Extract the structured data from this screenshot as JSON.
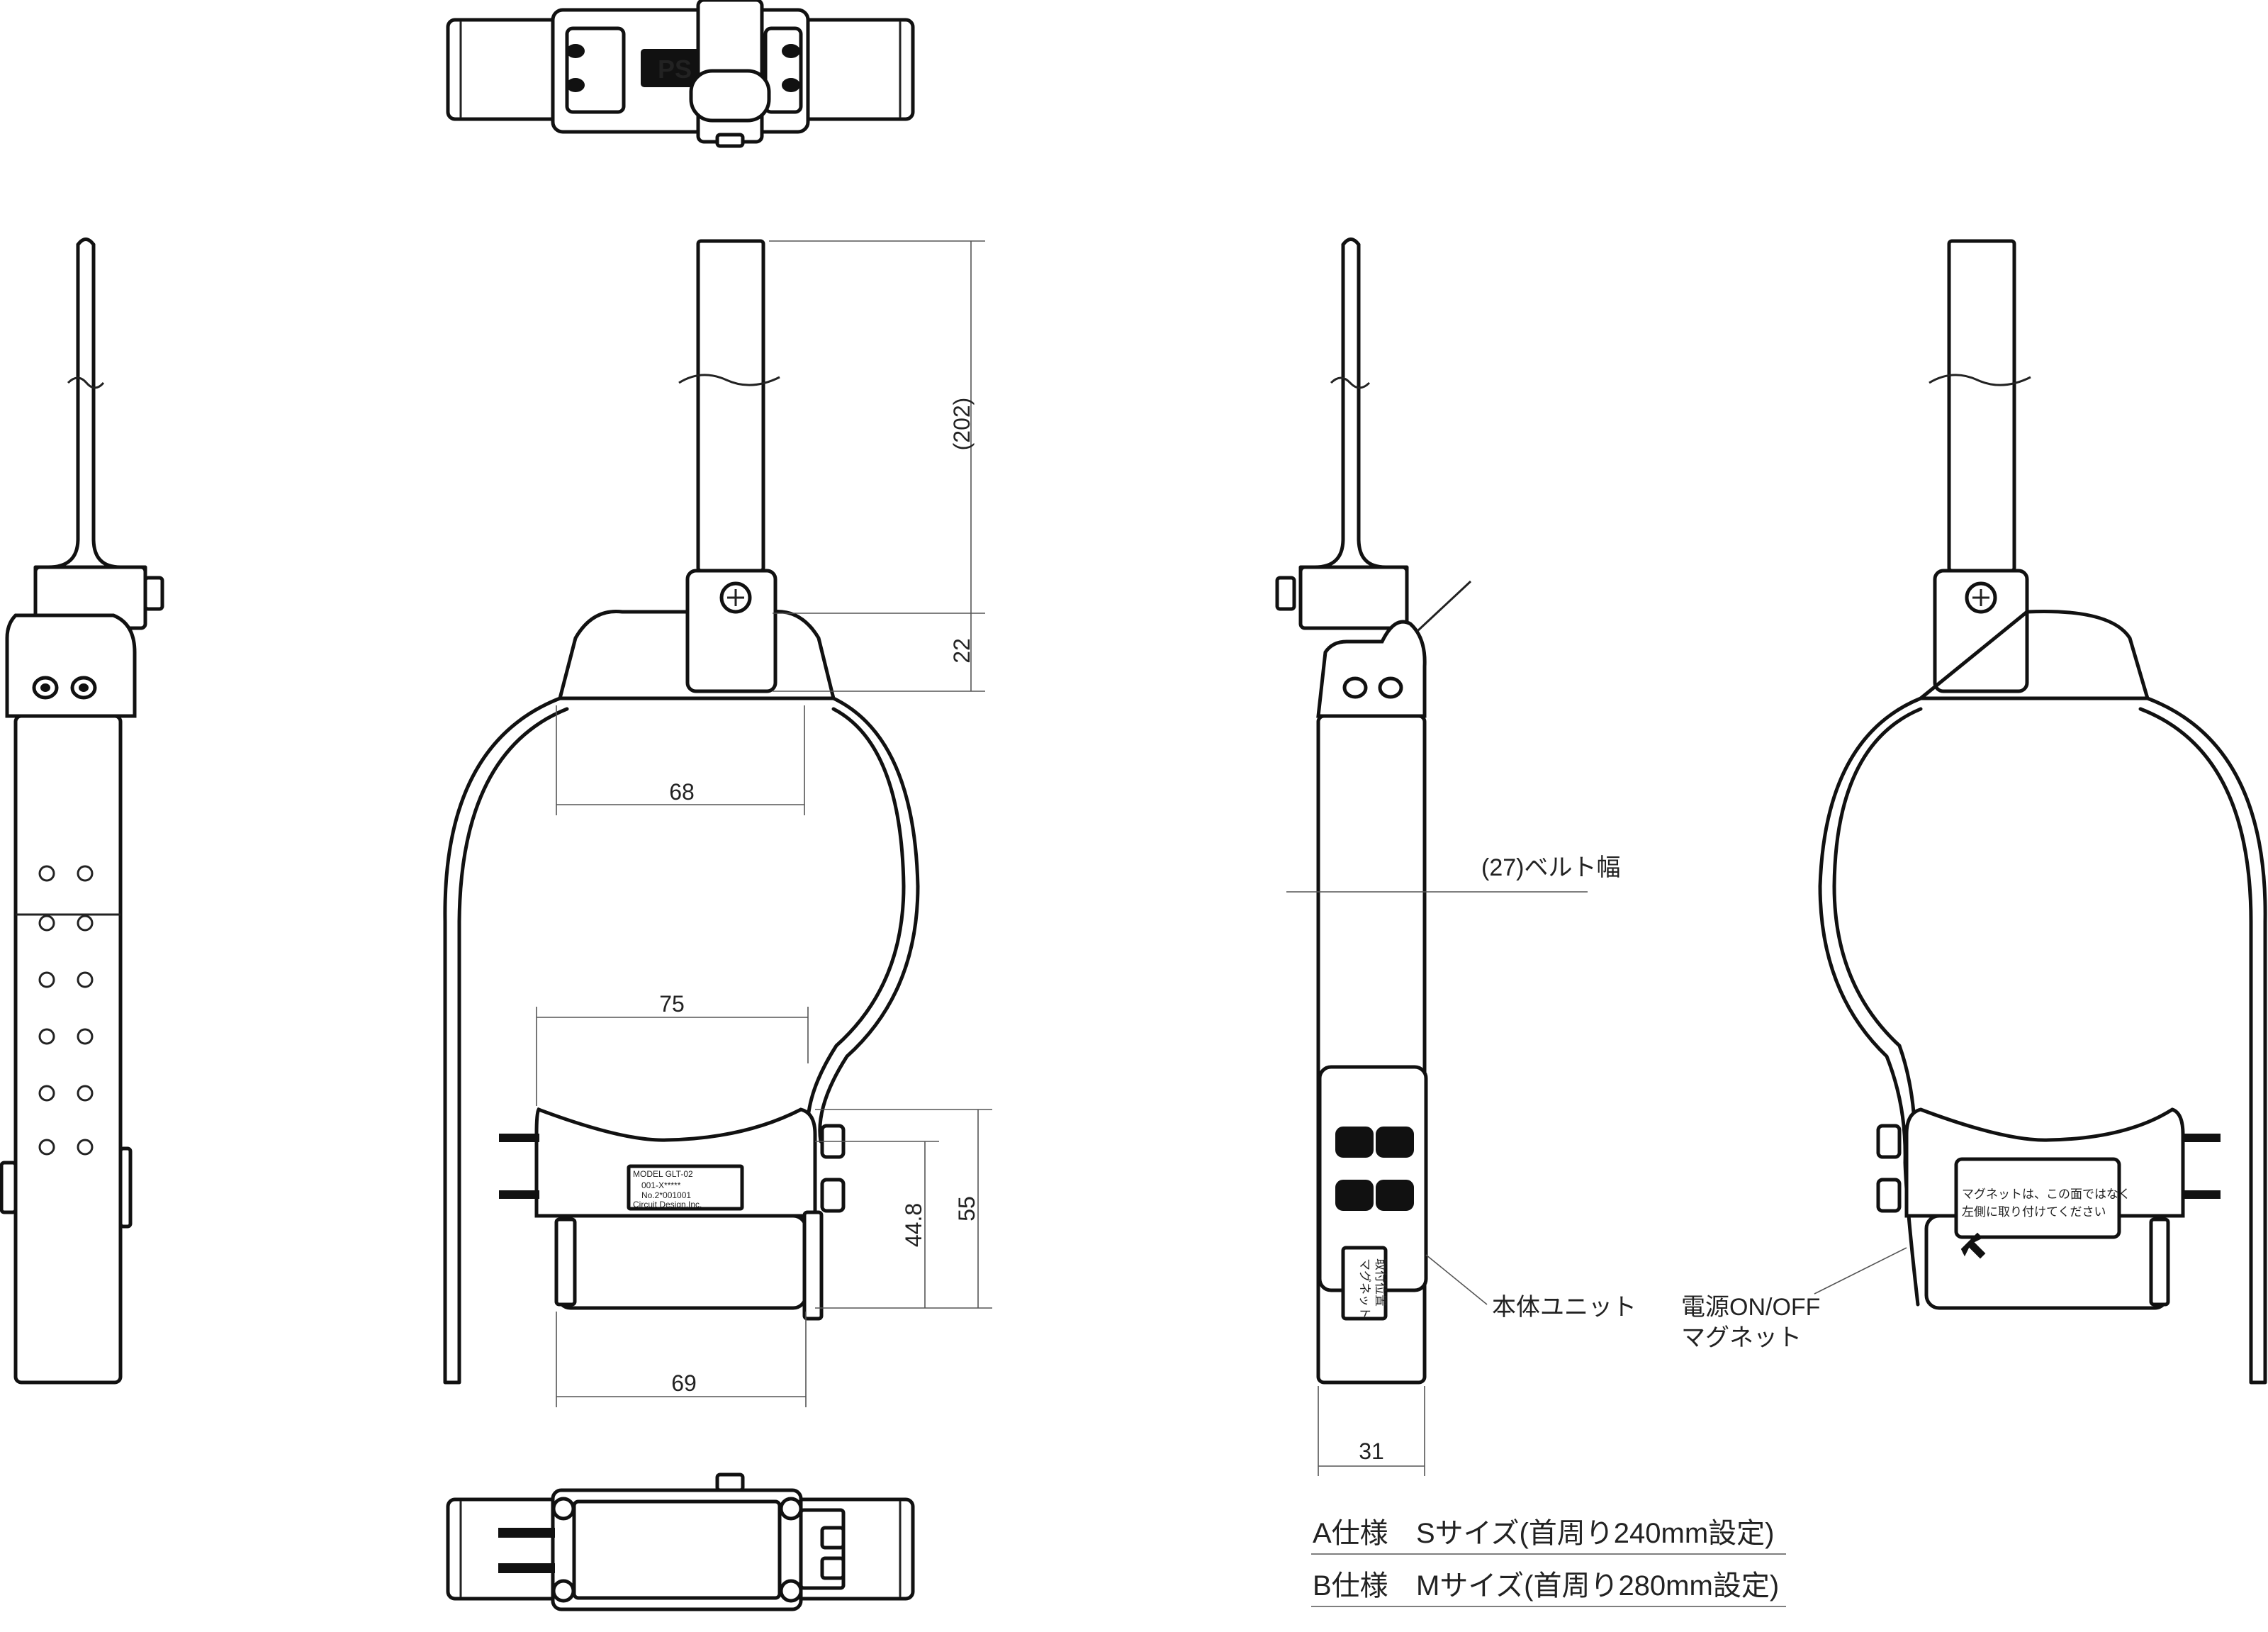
{
  "dimensions": {
    "d202": "(202)",
    "d22": "22",
    "d68": "68",
    "d75": "75",
    "d44_8": "44.8",
    "d55": "55",
    "d69": "69",
    "d31": "31"
  },
  "callouts": {
    "belt_width": "(27)ベルト幅",
    "main_unit": "本体ユニット",
    "magnet_line1": "電源ON/OFF",
    "magnet_line2": "マグネット"
  },
  "specs": [
    {
      "code": "A仕様",
      "desc": "Sサイズ(首周り240mm設定)"
    },
    {
      "code": "B仕様",
      "desc": "Mサイズ(首周り280mm設定)"
    }
  ],
  "labels": {
    "model_line1": "MODEL GLT-02",
    "model_line2": "001-X*****",
    "model_line3": "No.2*001001",
    "maker": "Circuit Design,Inc.",
    "magnet_mark_1": "マグネット",
    "magnet_mark_2": "取付位置",
    "rear_note_1": "マグネットは、この面ではなく",
    "rear_note_2": "左側に取り付けてください",
    "logo_fragment": "PS"
  }
}
